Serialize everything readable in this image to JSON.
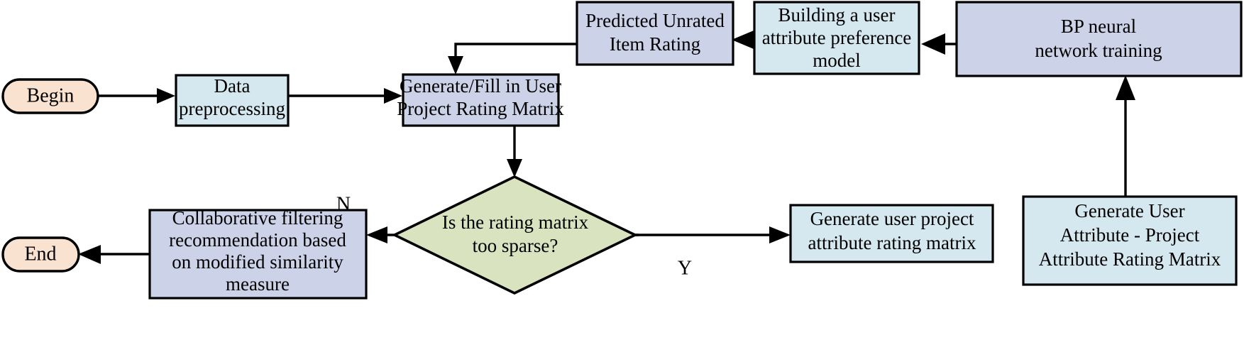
{
  "diagram": {
    "title": "Recommendation Algorithm Flowchart",
    "background": "#ffffff",
    "palette": {
      "terminal_fill": "#fae2d0",
      "process_blue_fill": "#d6e8ef",
      "process_lavender_fill": "#ccd2e8",
      "decision_fill": "#d9e3bf",
      "stroke": "#000000",
      "text": "#000000"
    },
    "nodes": [
      {
        "id": "begin",
        "type": "terminal",
        "label": "Begin",
        "lines": [
          "Begin"
        ],
        "fill": "#fae2d0"
      },
      {
        "id": "data-preprocessing",
        "type": "process",
        "label": "Data preprocessing",
        "lines": [
          "Data",
          "preprocessing"
        ],
        "fill": "#d6e8ef"
      },
      {
        "id": "generate-fill-matrix",
        "type": "process",
        "label": "Generate/Fill in User Project Rating Matrix",
        "lines": [
          "Generate/Fill in User",
          "Project Rating Matrix"
        ],
        "fill": "#ccd2e8"
      },
      {
        "id": "predicted-unrated-item-rating",
        "type": "process",
        "label": "Predicted Unrated Item Rating",
        "lines": [
          "Predicted Unrated",
          "Item Rating"
        ],
        "fill": "#ccd2e8"
      },
      {
        "id": "building-user-attribute-preference-model",
        "type": "process",
        "label": "Building a user attribute preference model",
        "lines": [
          "Building a user",
          "attribute preference",
          "model"
        ],
        "fill": "#d6e8ef"
      },
      {
        "id": "bp-neural-network-training",
        "type": "process",
        "label": "BP neural network training",
        "lines": [
          "BP neural",
          "network training"
        ],
        "fill": "#ccd2e8"
      },
      {
        "id": "is-rating-matrix-too-sparse",
        "type": "decision",
        "label": "Is the rating matrix too sparse?",
        "lines": [
          "Is the rating matrix",
          "too sparse?"
        ],
        "fill": "#d9e3bf"
      },
      {
        "id": "collaborative-filtering-recommendation",
        "type": "process",
        "label": "Collaborative filtering recommendation based on modified similarity measure",
        "lines": [
          "Collaborative filtering",
          "recommendation based",
          "on modified similarity",
          "measure"
        ],
        "fill": "#ccd2e8"
      },
      {
        "id": "end",
        "type": "terminal",
        "label": "End",
        "lines": [
          "End"
        ],
        "fill": "#fae2d0"
      },
      {
        "id": "generate-user-project-attribute-rating-matrix",
        "type": "process",
        "label": "Generate user project attribute rating matrix",
        "lines": [
          "Generate user project",
          "attribute rating matrix"
        ],
        "fill": "#d6e8ef"
      },
      {
        "id": "generate-user-attribute-project-attribute-rating-matrix",
        "type": "process",
        "label": "Generate User Attribute - Project Attribute Rating Matrix",
        "lines": [
          "Generate User",
          "Attribute - Project",
          "Attribute Rating Matrix"
        ],
        "fill": "#d6e8ef"
      }
    ],
    "edge_labels": {
      "no_branch": "N",
      "yes_branch": "Y"
    },
    "edges": [
      {
        "from": "begin",
        "to": "data-preprocessing",
        "label": ""
      },
      {
        "from": "data-preprocessing",
        "to": "generate-fill-matrix",
        "label": ""
      },
      {
        "from": "generate-fill-matrix",
        "to": "is-rating-matrix-too-sparse",
        "label": ""
      },
      {
        "from": "is-rating-matrix-too-sparse",
        "to": "collaborative-filtering-recommendation",
        "label": "N"
      },
      {
        "from": "is-rating-matrix-too-sparse",
        "to": "generate-user-project-attribute-rating-matrix",
        "label": "Y"
      },
      {
        "from": "collaborative-filtering-recommendation",
        "to": "end",
        "label": ""
      },
      {
        "from": "generate-user-project-attribute-rating-matrix",
        "to": "generate-user-attribute-project-attribute-rating-matrix",
        "label": ""
      },
      {
        "from": "generate-user-attribute-project-attribute-rating-matrix",
        "to": "bp-neural-network-training",
        "label": ""
      },
      {
        "from": "bp-neural-network-training",
        "to": "building-user-attribute-preference-model",
        "label": ""
      },
      {
        "from": "building-user-attribute-preference-model",
        "to": "predicted-unrated-item-rating",
        "label": ""
      },
      {
        "from": "predicted-unrated-item-rating",
        "to": "generate-fill-matrix",
        "label": ""
      }
    ]
  }
}
